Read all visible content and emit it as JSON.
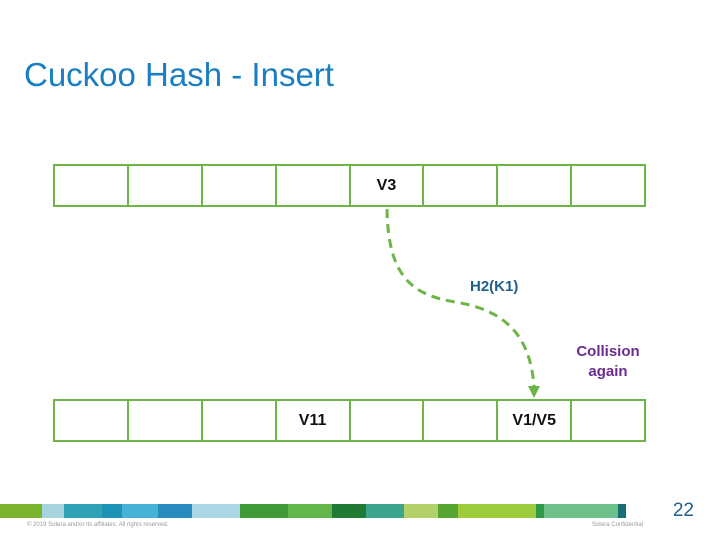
{
  "title": "Cuckoo Hash - Insert",
  "top_table": {
    "cells": [
      "",
      "",
      "",
      "",
      "V3",
      "",
      "",
      ""
    ]
  },
  "bottom_table": {
    "cells": [
      "",
      "",
      "",
      "V11",
      "",
      "",
      "V1/V5",
      ""
    ]
  },
  "arrow": {
    "label": "H2(K1)",
    "from_row": "top_table",
    "from_cell_index": 4,
    "to_row": "bottom_table",
    "to_cell_index": 6,
    "style": "dashed",
    "color": "#6cb546"
  },
  "annotation": {
    "lines": [
      "Collision",
      "again"
    ],
    "color": "#6a2c91"
  },
  "footer": {
    "copyright": "© 2019 Sotera and/or its affiliates. All rights reserved.",
    "confidential": "Sotera Confidential",
    "page_number": "22",
    "bar_colors": [
      "#7ab42f",
      "#a6d5de",
      "#2fa3b5",
      "#1d93b8",
      "#45b3d6",
      "#2a8bbf",
      "#a9d7e3",
      "#3e9b37",
      "#62b64a",
      "#1f7a34",
      "#3aa58c",
      "#b3d16a",
      "#55a630",
      "#9ccc3c",
      "#2e9a4a",
      "#6dc08a",
      "#166f74"
    ]
  },
  "colors": {
    "title": "#1a7ec2",
    "cell_border": "#6cb546",
    "hash_label": "#1f5f8b"
  }
}
